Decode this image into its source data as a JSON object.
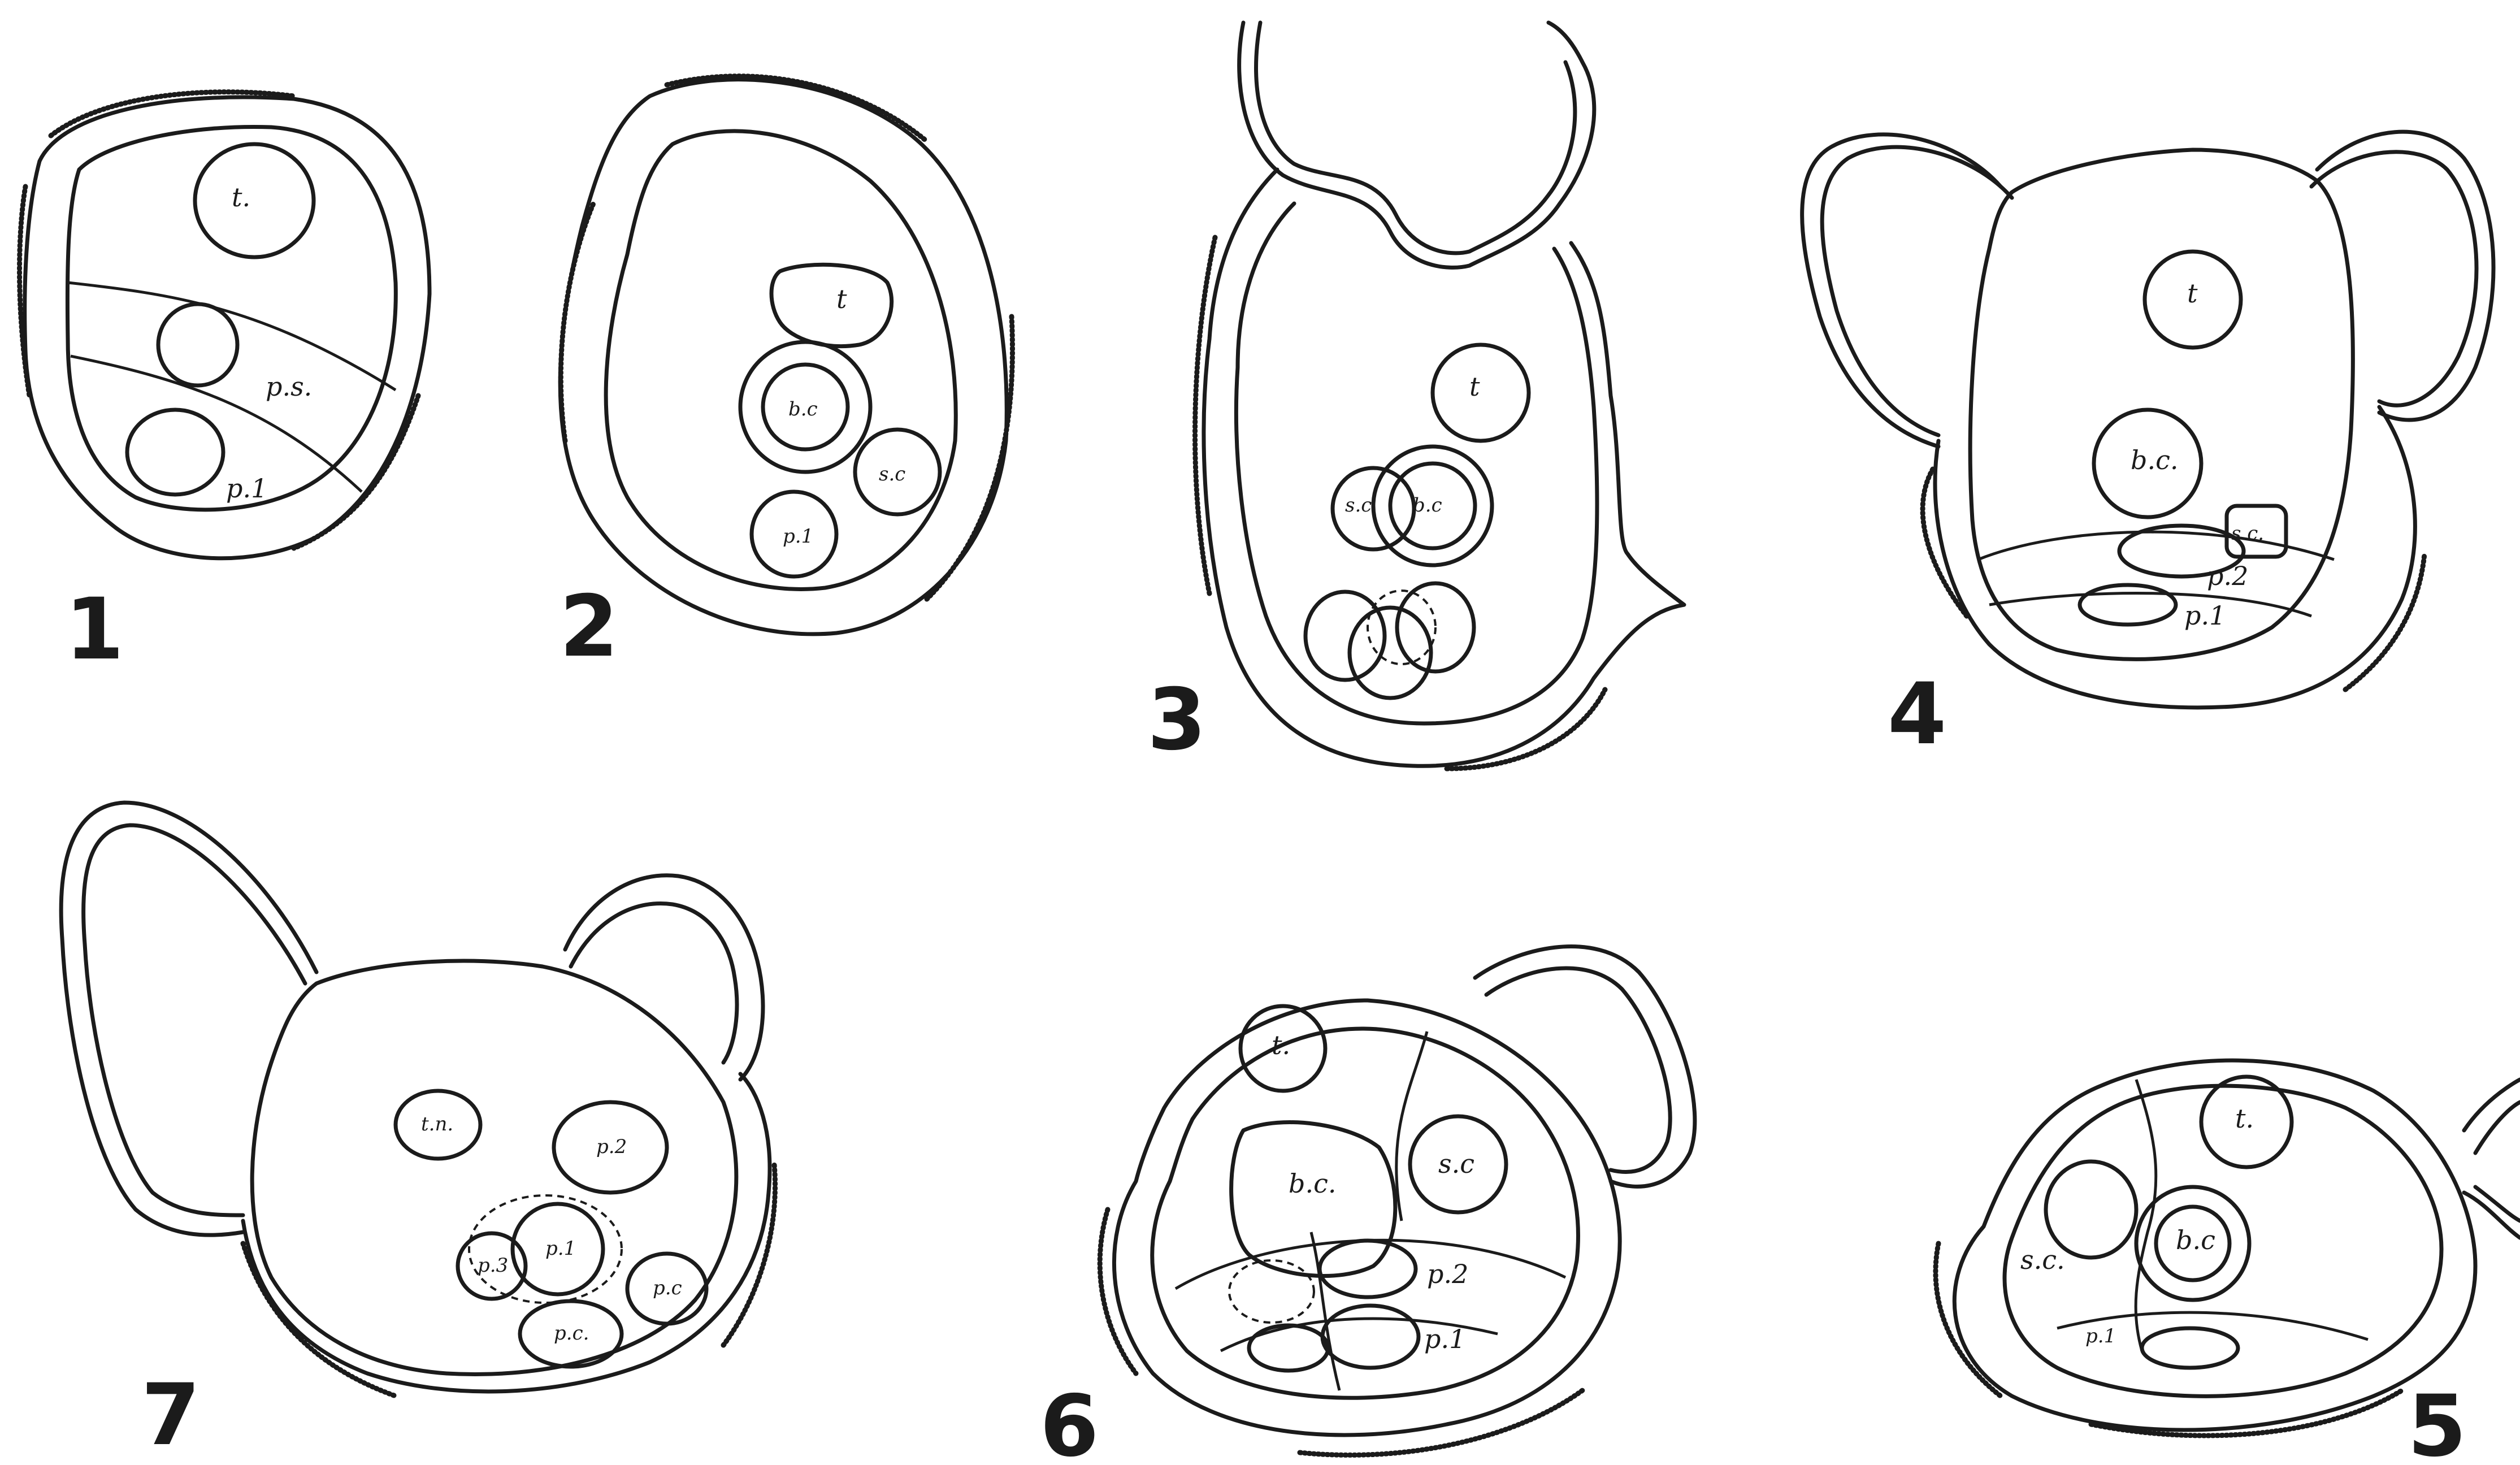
{
  "figures": [
    {
      "number": "1",
      "labels": [
        "t.",
        "p.s.",
        "p.1"
      ]
    },
    {
      "number": "2",
      "labels": [
        "t",
        "b.c",
        "s.c",
        "p.1"
      ]
    },
    {
      "number": "3",
      "labels": [
        "t",
        "s.c",
        "b.c"
      ]
    },
    {
      "number": "4",
      "labels": [
        "t",
        "b.c.",
        "s.c.",
        "p.2",
        "p.1"
      ]
    },
    {
      "number": "5",
      "labels": [
        "t.",
        "s.c.",
        "b.c",
        "p.1"
      ]
    },
    {
      "number": "6",
      "labels": [
        "t.",
        "b.c.",
        "s.c",
        "p.2",
        "p.1"
      ]
    },
    {
      "number": "7",
      "labels": [
        "t.n.",
        "p.2",
        "p.1",
        "p.3",
        "p.c.",
        "p.c"
      ]
    }
  ]
}
